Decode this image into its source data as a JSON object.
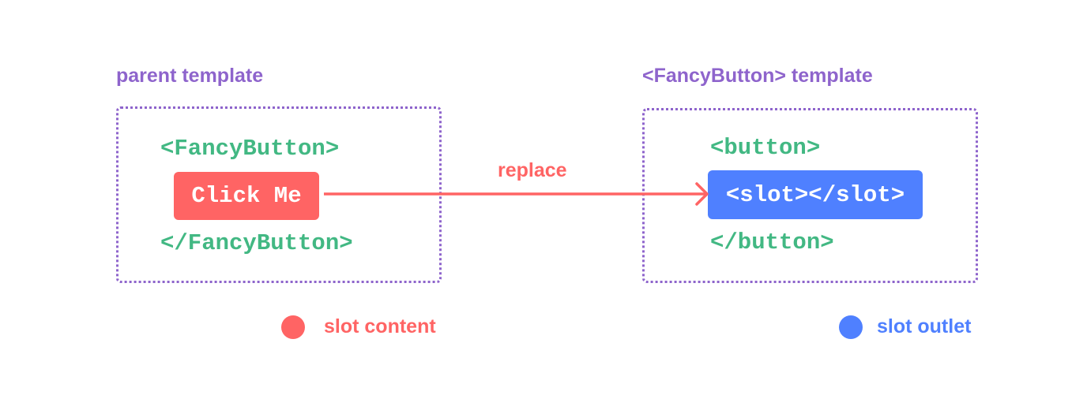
{
  "colors": {
    "frame": "#8e64cc",
    "code": "#42b883",
    "slot_content": "#ff6464",
    "slot_outlet": "#4f80ff"
  },
  "parent": {
    "title": "parent template",
    "open_tag": "<FancyButton>",
    "content": "Click Me",
    "close_tag": "</FancyButton>"
  },
  "child": {
    "title": "<FancyButton> template",
    "open_tag": "<button>",
    "slot": "<slot></slot>",
    "close_tag": "</button>"
  },
  "arrow_label": "replace",
  "legend": [
    {
      "label": "slot content"
    },
    {
      "label": "slot outlet"
    }
  ]
}
